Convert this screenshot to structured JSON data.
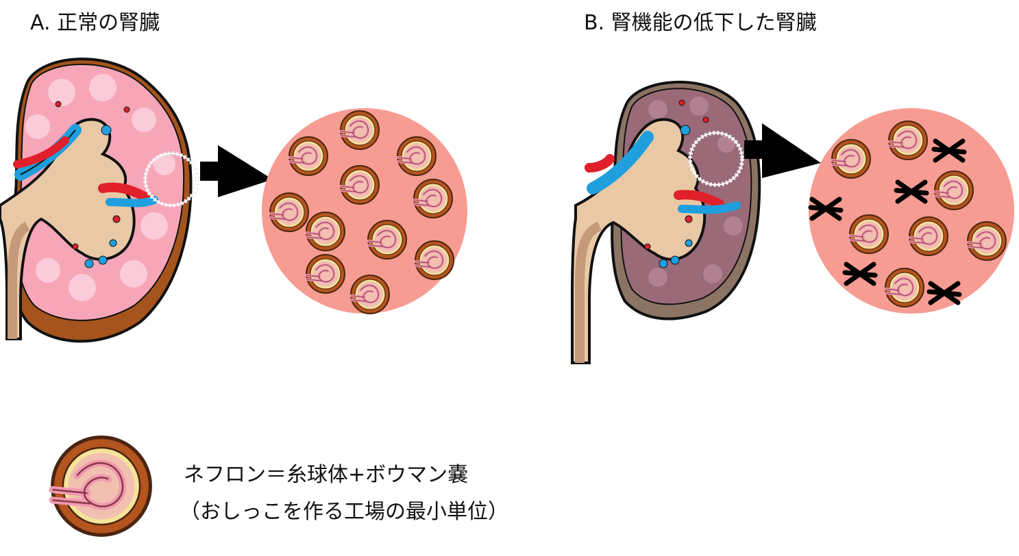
{
  "panels": {
    "a": {
      "title": "A. 正常の腎臓"
    },
    "b": {
      "title": "B. 腎機能の低下した腎臓"
    }
  },
  "legend": {
    "line1": "ネフロン＝糸球体+ボウマン嚢",
    "line2": "（おしっこを作る工場の最小単位）"
  },
  "colors": {
    "kidney_normal": "#f7a6b8",
    "kidney_damaged": "#9a6a78",
    "pelvis": "#e9c8a6",
    "artery": "#e0202a",
    "vein": "#1f9fde",
    "zoom_circle": "#f79c92",
    "nephron_capsule": "#b4541e"
  }
}
